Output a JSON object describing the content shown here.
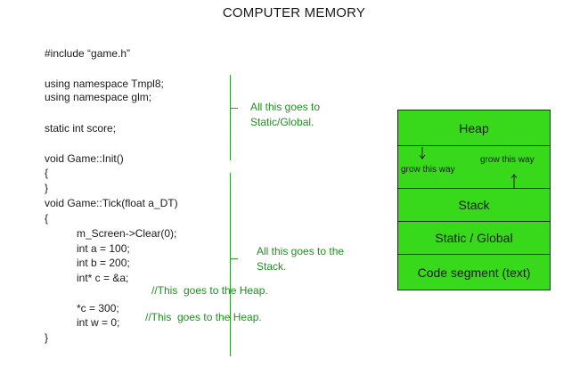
{
  "title": "COMPUTER MEMORY",
  "code": {
    "include": "#include “game.h”",
    "using1": "using namespace Tmpl8;",
    "using2": "using namespace glm;",
    "static_score": "static int score;",
    "init_sig": "void Game::Init()",
    "open1": "{",
    "close1": "}",
    "tick_sig": "void Game::Tick(float a_DT)",
    "open2": "{",
    "clear": "m_Screen->Clear(0);",
    "int_a": "int a = 100;",
    "int_b": "int b = 200;",
    "int_c": "int* c = &a;",
    "assign_c": "*c = 300;",
    "int_w": "int w = 0;",
    "close2": "}"
  },
  "comments": {
    "heap1": "//This  goes to the Heap.",
    "heap2": "//This  goes to the Heap."
  },
  "notes": {
    "static_line1": "All this goes to",
    "static_line2": "Static/Global.",
    "stack_line1": "All this goes to the",
    "stack_line2": "Stack."
  },
  "memory": {
    "heap": "Heap",
    "grow_left": "grow this way",
    "grow_right": "grow this way",
    "stack": "Stack",
    "static_global": "Static / Global",
    "code_segment": "Code segment (text)"
  },
  "colors": {
    "memory_fill": "#38d91b",
    "annotation_green": "#1f8f1f",
    "bracket_line": "#2aa52a"
  }
}
